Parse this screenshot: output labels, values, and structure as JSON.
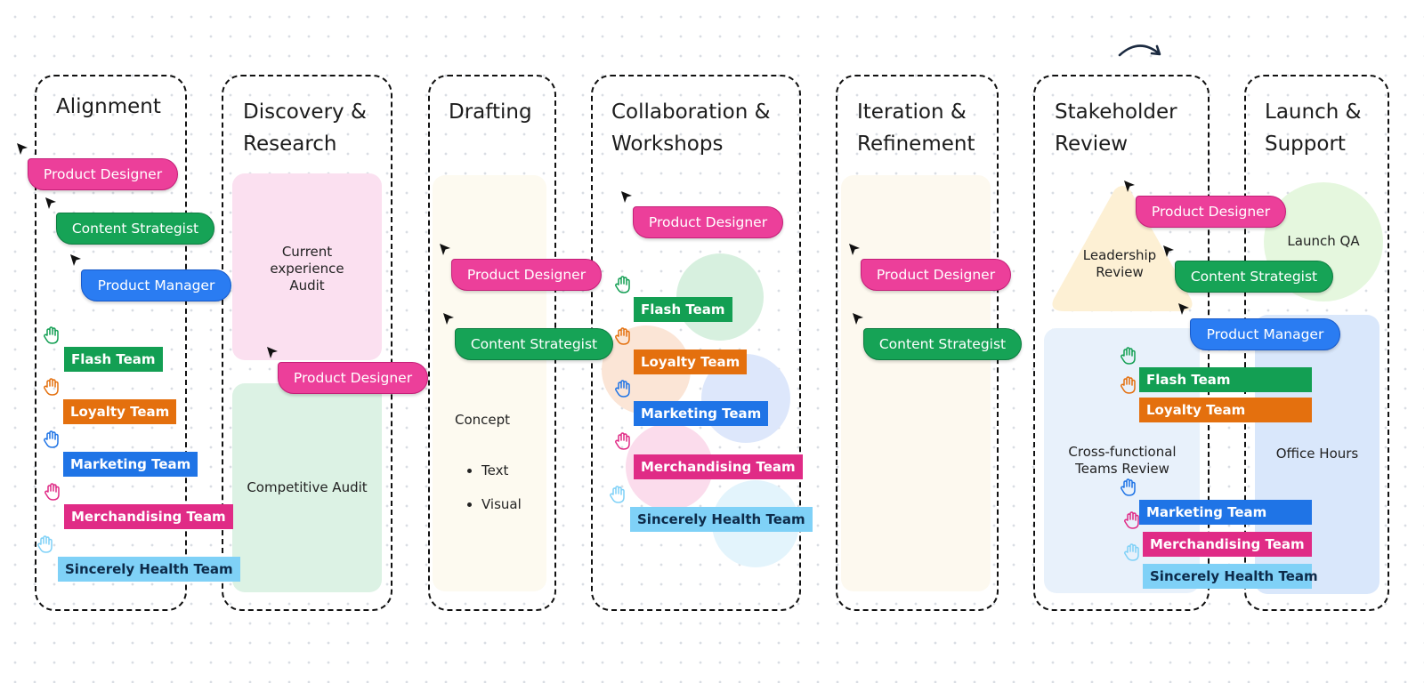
{
  "stages": [
    {
      "title": "Alignment"
    },
    {
      "title": "Discovery &\nResearch"
    },
    {
      "title": "Drafting"
    },
    {
      "title": "Collaboration &\nWorkshops"
    },
    {
      "title": "Iteration &\nRefinement"
    },
    {
      "title": "Stakeholder\nReview"
    },
    {
      "title": "Launch &\nSupport"
    }
  ],
  "roles": {
    "product_designer": "Product Designer",
    "content_strategist": "Content Strategist",
    "product_manager": "Product Manager"
  },
  "teams": {
    "flash": "Flash Team",
    "loyalty": "Loyalty Team",
    "marketing": "Marketing Team",
    "merchandising": "Merchandising Team",
    "sincerely": "Sincerely Health Team"
  },
  "areas": {
    "current_audit": "Current\nexperience\nAudit",
    "competitive_audit": "Competitive Audit",
    "concept_title": "Concept",
    "concept_items": [
      "Text",
      "Visual"
    ],
    "leadership_review": "Leadership\nReview",
    "cross_functional": "Cross-functional\nTeams Review",
    "launch_qa": "Launch QA",
    "office_hours": "Office Hours"
  },
  "colors": {
    "product_designer": "#ec3f9a",
    "content_strategist": "#16a356",
    "product_manager": "#2a7cf2",
    "flash": "#139f53",
    "loyalty": "#e4700e",
    "marketing": "#1f74e6",
    "merchandising": "#e02b86",
    "sincerely": "#7fd1f7"
  },
  "icons": {
    "cursor": "cursor-arrow-icon",
    "hand": "hand-icon",
    "arrow": "curved-arrow-icon"
  }
}
